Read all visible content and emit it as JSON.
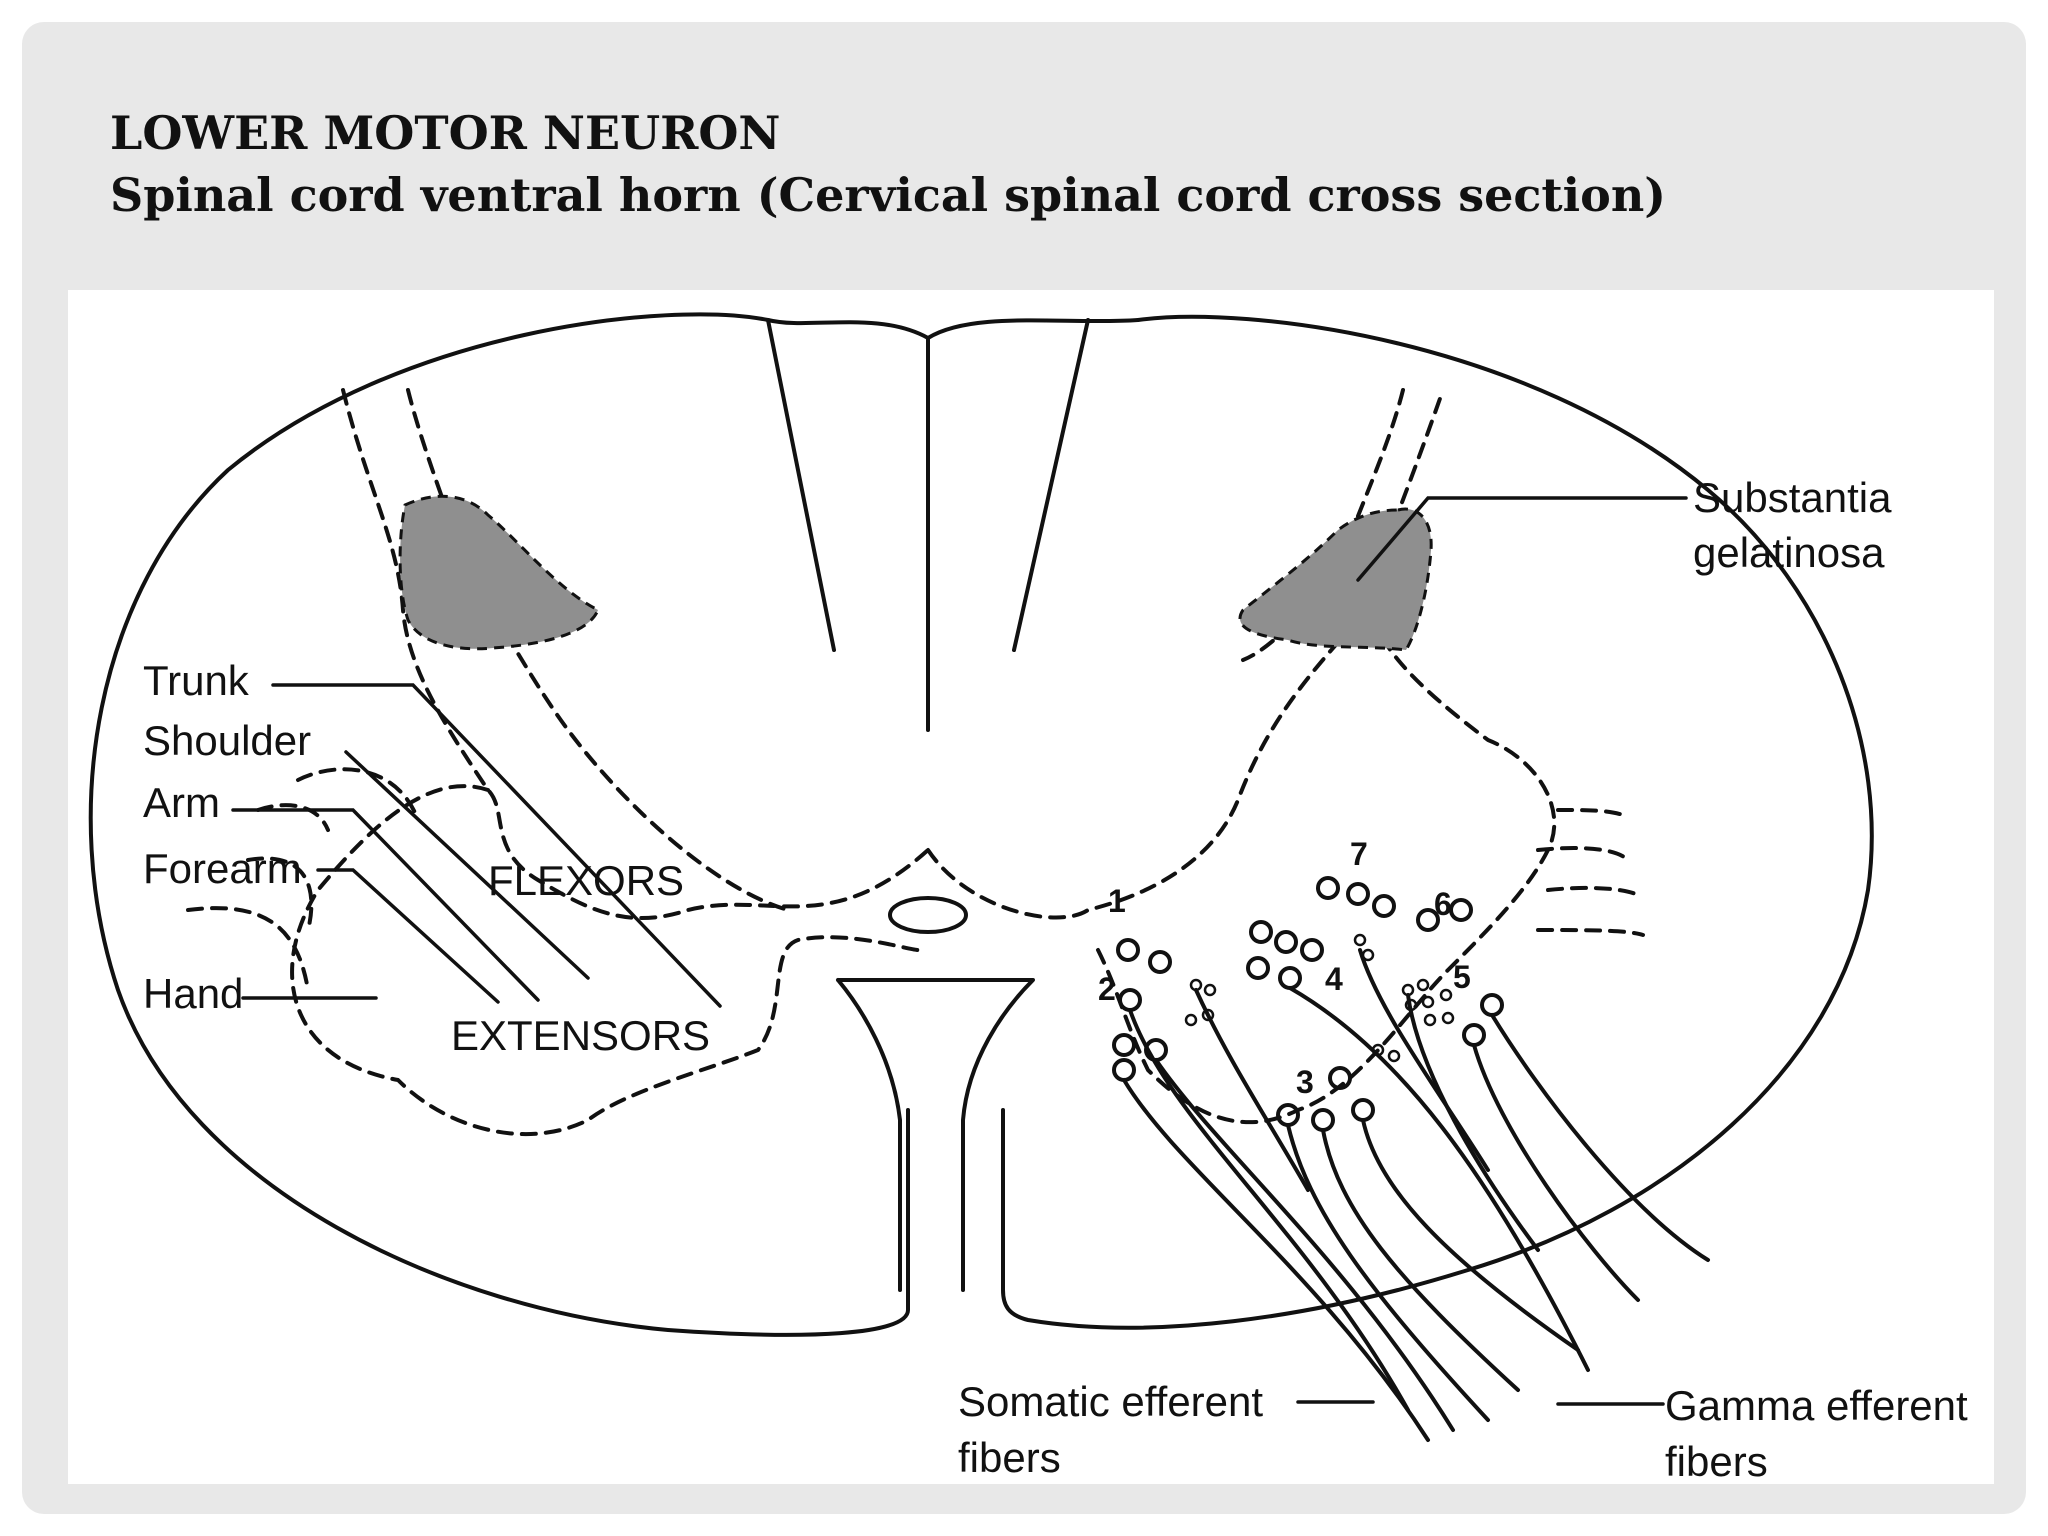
{
  "slide": {
    "title_line1": "LOWER MOTOR NEURON",
    "title_line2": "Spinal cord ventral horn (Cervical spinal cord cross section)"
  },
  "diagram": {
    "labels": {
      "trunk": "Trunk",
      "shoulder": "Shoulder",
      "arm": "Arm",
      "forearm": "Forearm",
      "hand": "Hand",
      "flexors": "FLEXORS",
      "extensors": "EXTENSORS",
      "substantia_line1": "Substantia",
      "substantia_line2": "gelatinosa",
      "somatic_line1": "Somatic efferent",
      "somatic_line2": "fibers",
      "gamma_line1": "Gamma efferent",
      "gamma_line2": "fibers"
    },
    "nucleus_numbers": [
      "1",
      "2",
      "3",
      "4",
      "5",
      "6",
      "7"
    ],
    "colors": {
      "frame": "#e8e8e8",
      "ink": "#111111",
      "gelatinosa_fill": "#8f8f8f"
    }
  }
}
